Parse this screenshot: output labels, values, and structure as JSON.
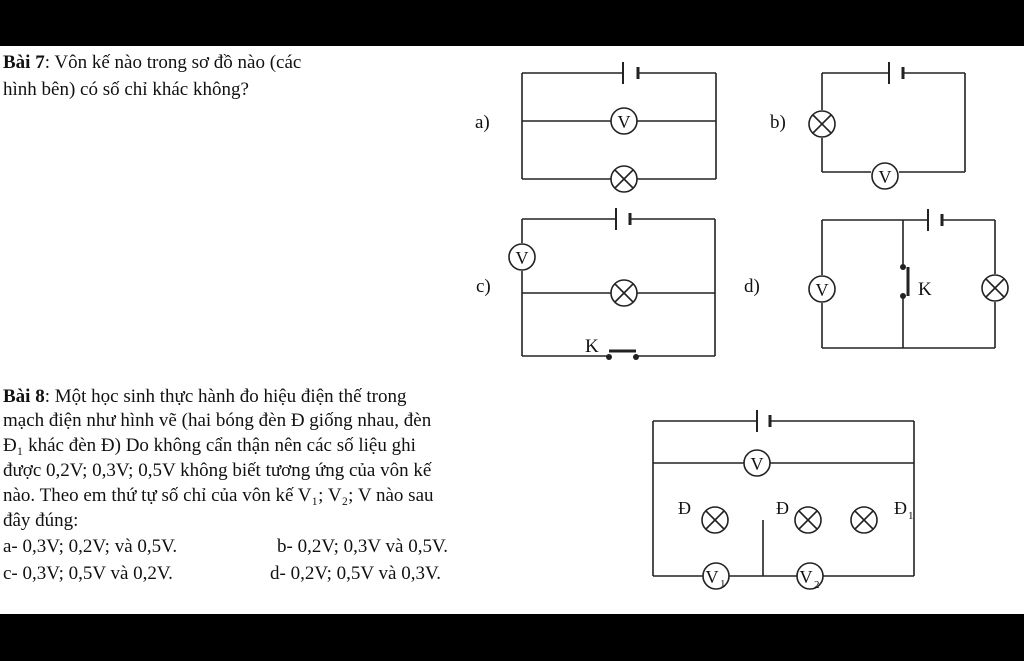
{
  "bai7": {
    "heading": "Bài 7",
    "text_line1": ": Vôn kế nào trong sơ đồ nào (các",
    "text_line2": "hình bên) có số chỉ khác không?"
  },
  "bai8": {
    "heading": "Bài 8",
    "lines": [
      ": Một học sinh thực hành đo hiệu điện thế trong",
      "mạch điện như hình vẽ (hai bóng đèn Đ giống nhau, đèn",
      "Đ₁ khác đèn Đ) Do không cẩn thận nên các số liệu ghi",
      "được 0,2V; 0,3V; 0,5V không biết tương ứng của vôn kế",
      "nào. Theo em thứ tự số chỉ của vôn kế V₁; V₂; V nào sau",
      "đây đúng:"
    ],
    "options": [
      "a- 0,3V; 0,2V; và 0,5V.",
      "b- 0,2V; 0,3V và 0,5V.",
      "c- 0,3V; 0,5V và 0,2V.",
      "d- 0,2V; 0,5V và 0,3V."
    ]
  },
  "diagram_labels": {
    "a": "a)",
    "b": "b)",
    "c": "c)",
    "d": "d)",
    "voltmeter": "V",
    "switch": "K",
    "lamp": "Đ",
    "lamp1": "Đ",
    "lamp1_sub": "1",
    "v1": "V",
    "v1_sub": "1",
    "v2": "V",
    "v2_sub": "2"
  }
}
